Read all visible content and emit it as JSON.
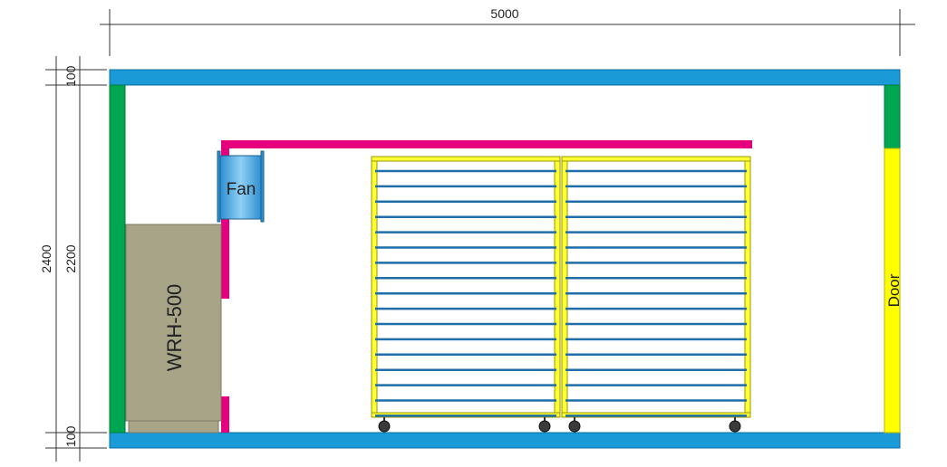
{
  "dimensions": {
    "width": "5000",
    "total_height": "2400",
    "inner_height": "2200",
    "top_wall": "100",
    "bottom_wall": "100"
  },
  "labels": {
    "fan": "Fan",
    "unit": "WRH-500",
    "door": "Door"
  },
  "colors": {
    "wall_blue": "#1a9ad6",
    "wall_green": "#00a651",
    "duct_magenta": "#e6007e",
    "door_yellow": "#ffff00",
    "unit_khaki": "#a8a488",
    "fan_blue": "#4aa8e0",
    "shelf_blue": "#1f6ea8",
    "cart_yellow": "#ffff33"
  }
}
